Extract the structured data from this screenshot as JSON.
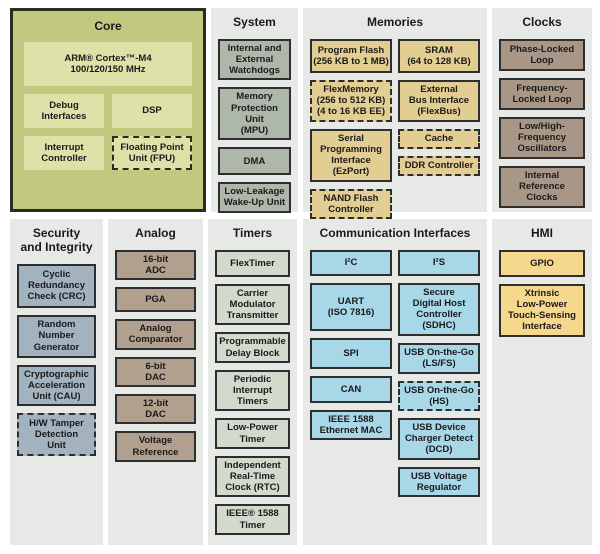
{
  "diagram": {
    "description": "Microcontroller block diagram: ARM Cortex-M4 MCU feature map",
    "colors": {
      "core_panel": "#c3c880",
      "core_block": "#dde2a9",
      "panel_background": "#e7e9e7",
      "system_block": "#adb8ab",
      "memories_block": "#e2ce92",
      "clocks_block": "#a89786",
      "security_block": "#a2b2bf",
      "analog_block": "#b2a08e",
      "timers_block": "#d1dacd",
      "comm_block": "#a8d7e8",
      "hmi_block": "#f5d88e",
      "block_border": "#2e2e2e"
    }
  },
  "sections": {
    "core": {
      "title": "Core",
      "blocks": [
        {
          "label": "ARM® Cortex™-M4\n100/120/150 MHz",
          "dashed": false
        },
        {
          "label": "Debug\nInterfaces",
          "dashed": false
        },
        {
          "label": "DSP",
          "dashed": false
        },
        {
          "label": "Interrupt\nController",
          "dashed": false
        },
        {
          "label": "Floating Point\nUnit (FPU)",
          "dashed": true
        }
      ]
    },
    "system": {
      "title": "System",
      "blocks": [
        {
          "label": "Internal and\nExternal\nWatchdogs",
          "dashed": false
        },
        {
          "label": "Memory\nProtection Unit\n(MPU)",
          "dashed": false
        },
        {
          "label": "DMA",
          "dashed": false
        },
        {
          "label": "Low-Leakage\nWake-Up Unit",
          "dashed": false
        }
      ]
    },
    "memories": {
      "title": "Memories",
      "columns": [
        [
          {
            "label": "Program Flash\n(256 KB to 1 MB)",
            "dashed": false
          },
          {
            "label": "FlexMemory\n(256 to 512 KB)\n(4 to 16 KB EE)",
            "dashed": true
          },
          {
            "label": "Serial\nProgramming\nInterface\n(EzPort)",
            "dashed": false
          },
          {
            "label": "NAND Flash\nController",
            "dashed": true
          }
        ],
        [
          {
            "label": "SRAM\n(64 to 128 KB)",
            "dashed": false
          },
          {
            "label": "External\nBus Interface\n(FlexBus)",
            "dashed": false
          },
          {
            "label": "Cache",
            "dashed": true
          },
          {
            "label": "DDR Controller",
            "dashed": true
          }
        ]
      ]
    },
    "clocks": {
      "title": "Clocks",
      "blocks": [
        {
          "label": "Phase-Locked\nLoop",
          "dashed": false
        },
        {
          "label": "Frequency-\nLocked Loop",
          "dashed": false
        },
        {
          "label": "Low/High-\nFrequency\nOscillators",
          "dashed": false
        },
        {
          "label": "Internal\nReference\nClocks",
          "dashed": false
        }
      ]
    },
    "security": {
      "title": "Security\nand Integrity",
      "blocks": [
        {
          "label": "Cyclic\nRedundancy\nCheck (CRC)",
          "dashed": false
        },
        {
          "label": "Random\nNumber\nGenerator",
          "dashed": false
        },
        {
          "label": "Cryptographic\nAcceleration\nUnit (CAU)",
          "dashed": false
        },
        {
          "label": "H/W Tamper\nDetection\nUnit",
          "dashed": true
        }
      ]
    },
    "analog": {
      "title": "Analog",
      "blocks": [
        {
          "label": "16-bit\nADC",
          "dashed": false
        },
        {
          "label": "PGA",
          "dashed": false
        },
        {
          "label": "Analog\nComparator",
          "dashed": false
        },
        {
          "label": "6-bit\nDAC",
          "dashed": false
        },
        {
          "label": "12-bit\nDAC",
          "dashed": false
        },
        {
          "label": "Voltage\nReference",
          "dashed": false
        }
      ]
    },
    "timers": {
      "title": "Timers",
      "blocks": [
        {
          "label": "FlexTimer",
          "dashed": false
        },
        {
          "label": "Carrier\nModulator\nTransmitter",
          "dashed": false
        },
        {
          "label": "Programmable\nDelay Block",
          "dashed": false
        },
        {
          "label": "Periodic\nInterrupt\nTimers",
          "dashed": false
        },
        {
          "label": "Low-Power\nTimer",
          "dashed": false
        },
        {
          "label": "Independent\nReal-Time\nClock (RTC)",
          "dashed": false
        },
        {
          "label": "IEEE® 1588\nTimer",
          "dashed": false
        }
      ]
    },
    "comm": {
      "title": "Communication Interfaces",
      "columns": [
        [
          {
            "label": "I²C",
            "dashed": false
          },
          {
            "label": "UART\n(ISO 7816)",
            "dashed": false
          },
          {
            "label": "SPI",
            "dashed": false
          },
          {
            "label": "CAN",
            "dashed": false
          },
          {
            "label": "IEEE 1588\nEthernet MAC",
            "dashed": false
          }
        ],
        [
          {
            "label": "I²S",
            "dashed": false
          },
          {
            "label": "Secure\nDigital Host\nController\n(SDHC)",
            "dashed": false
          },
          {
            "label": "USB On-the-Go\n(LS/FS)",
            "dashed": false
          },
          {
            "label": "USB On-the-Go\n(HS)",
            "dashed": true
          },
          {
            "label": "USB Device\nCharger Detect\n(DCD)",
            "dashed": false
          },
          {
            "label": "USB Voltage\nRegulator",
            "dashed": false
          }
        ]
      ]
    },
    "hmi": {
      "title": "HMI",
      "blocks": [
        {
          "label": "GPIO",
          "dashed": false
        },
        {
          "label": "Xtrinsic\nLow-Power\nTouch-Sensing\nInterface",
          "dashed": false
        }
      ]
    }
  }
}
